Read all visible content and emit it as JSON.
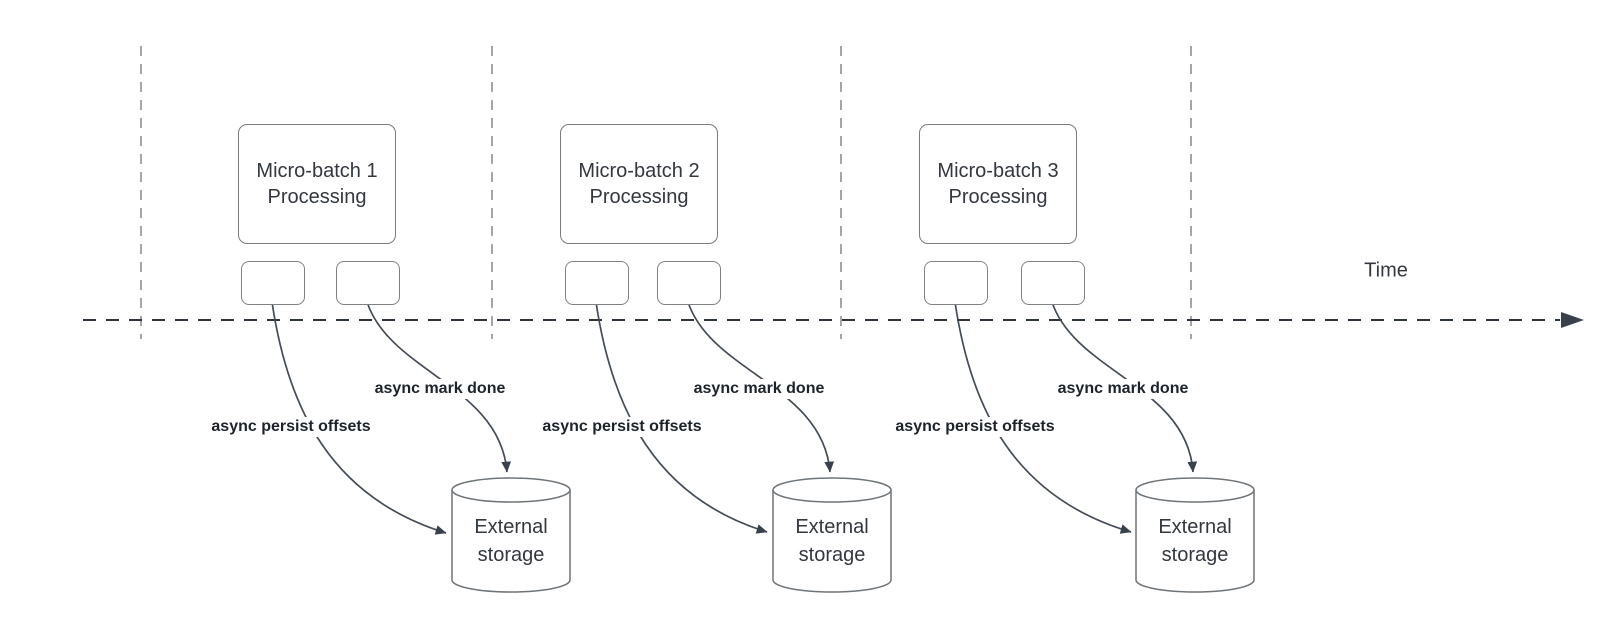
{
  "diagram": {
    "time_axis": {
      "label": "Time"
    },
    "groups": [
      {
        "box_title": "Micro-batch 1",
        "box_subtitle": "Processing",
        "persist_label": "async persist offsets",
        "done_label": "async mark done",
        "storage_line1": "External",
        "storage_line2": "storage"
      },
      {
        "box_title": "Micro-batch 2",
        "box_subtitle": "Processing",
        "persist_label": "async persist offsets",
        "done_label": "async mark done",
        "storage_line1": "External",
        "storage_line2": "storage"
      },
      {
        "box_title": "Micro-batch 3",
        "box_subtitle": "Processing",
        "persist_label": "async persist offsets",
        "done_label": "async mark done",
        "storage_line1": "External",
        "storage_line2": "storage"
      }
    ],
    "colors": {
      "background": "#ffffff",
      "shape_border": "#777c80",
      "shape_text": "#33383f",
      "edge_label_text": "#1d232b",
      "arrow_stroke": "#444c56",
      "arrowhead_fill": "#39414c",
      "timeline": "#2e343b",
      "gridline": "#a6a6a6"
    }
  }
}
